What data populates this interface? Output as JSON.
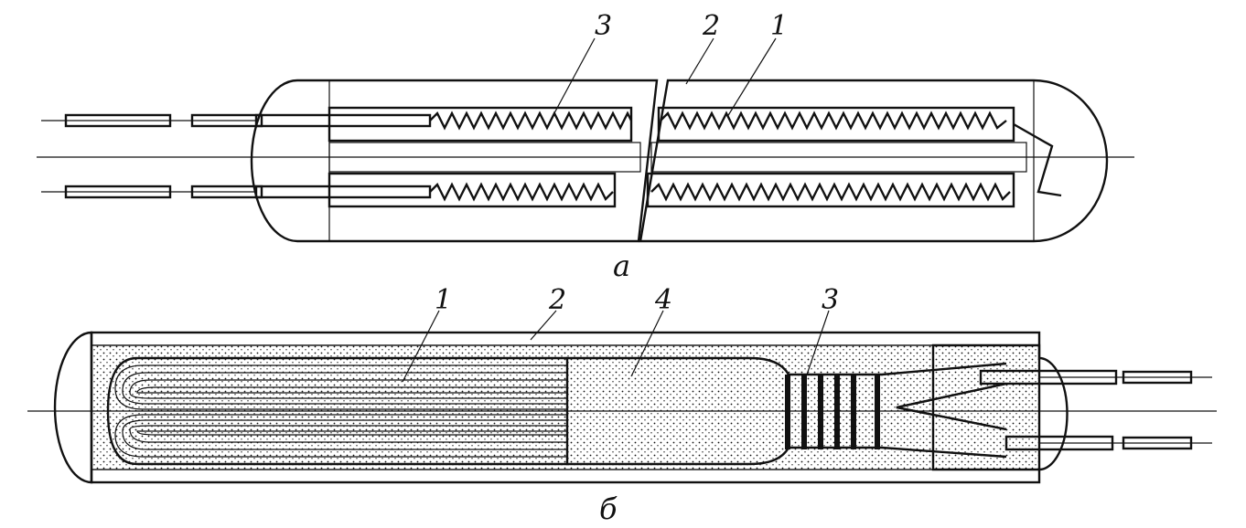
{
  "diagram_a": {
    "caption": "а",
    "labels": {
      "heater": "1",
      "sheath": "2",
      "leadin": "3"
    }
  },
  "diagram_b": {
    "caption": "б",
    "labels": {
      "heater": "1",
      "sheath": "2",
      "leadin": "3",
      "core": "4"
    }
  },
  "colors": {
    "ink": "#111111",
    "paper": "#ffffff"
  }
}
